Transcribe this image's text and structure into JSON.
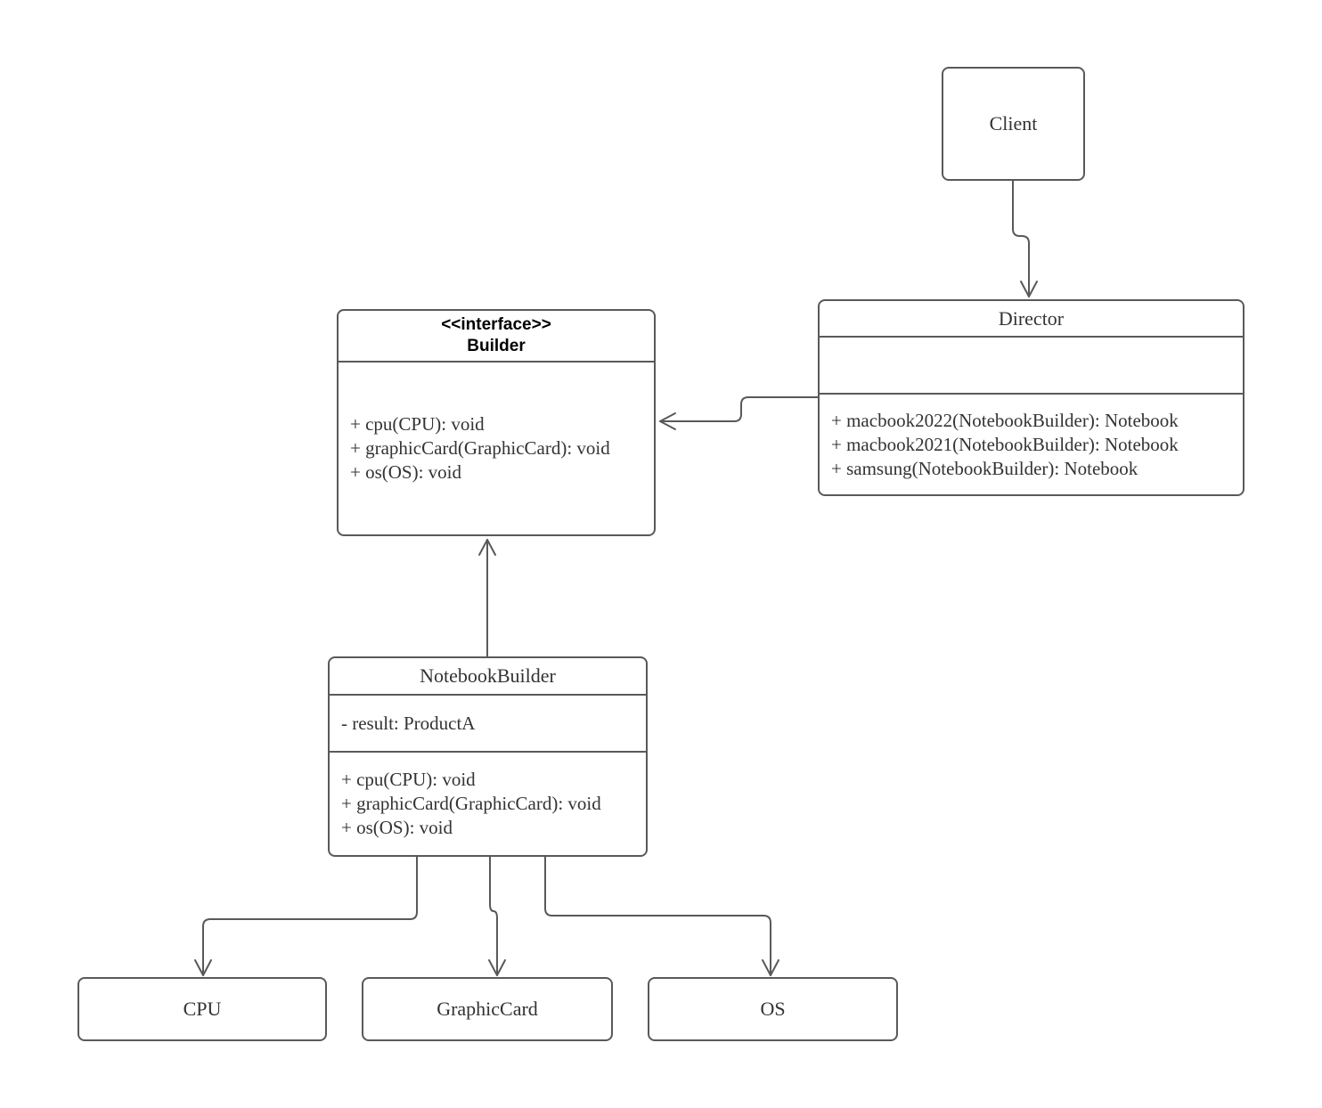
{
  "colors": {
    "border": "#595959",
    "text": "#333333",
    "interface_title_text": "#000000",
    "background": "#ffffff"
  },
  "classes": {
    "client": {
      "name": "Client"
    },
    "director": {
      "name": "Director",
      "attributes": [],
      "methods": [
        "+ macbook2022(NotebookBuilder): Notebook",
        "+ macbook2021(NotebookBuilder): Notebook",
        "+ samsung(NotebookBuilder): Notebook"
      ]
    },
    "builder": {
      "stereotype": "<<interface>>",
      "name": "Builder",
      "methods": [
        "+ cpu(CPU): void",
        "+ graphicCard(GraphicCard): void",
        "+ os(OS): void"
      ]
    },
    "notebook_builder": {
      "name": "NotebookBuilder",
      "attributes": [
        "- result: ProductA"
      ],
      "methods": [
        "+ cpu(CPU): void",
        "+ graphicCard(GraphicCard): void",
        "+ os(OS): void"
      ]
    },
    "cpu": {
      "name": "CPU"
    },
    "graphic_card": {
      "name": "GraphicCard"
    },
    "os": {
      "name": "OS"
    }
  },
  "relationships": [
    {
      "from": "Client",
      "to": "Director",
      "style": "solid-line-open-arrow"
    },
    {
      "from": "Director",
      "to": "Builder",
      "style": "solid-line-open-arrow"
    },
    {
      "from": "NotebookBuilder",
      "to": "Builder",
      "style": "solid-line-open-arrow"
    },
    {
      "from": "NotebookBuilder",
      "to": "CPU",
      "style": "solid-line-open-arrow"
    },
    {
      "from": "NotebookBuilder",
      "to": "GraphicCard",
      "style": "solid-line-open-arrow"
    },
    {
      "from": "NotebookBuilder",
      "to": "OS",
      "style": "solid-line-open-arrow"
    }
  ]
}
